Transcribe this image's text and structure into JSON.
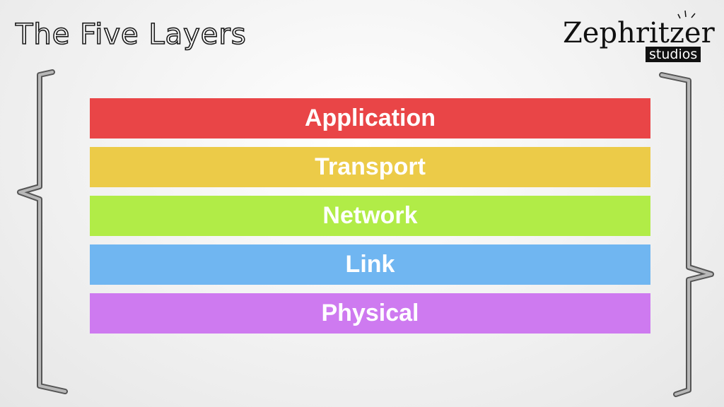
{
  "title": "The Five Layers",
  "logo": {
    "word": "Zephritzer",
    "sub": "studios"
  },
  "layers": [
    {
      "label": "Application",
      "color": "#e94547"
    },
    {
      "label": "Transport",
      "color": "#eccb48"
    },
    {
      "label": "Network",
      "color": "#b1ec47"
    },
    {
      "label": "Link",
      "color": "#70b6f1"
    },
    {
      "label": "Physical",
      "color": "#ce7af0"
    }
  ]
}
